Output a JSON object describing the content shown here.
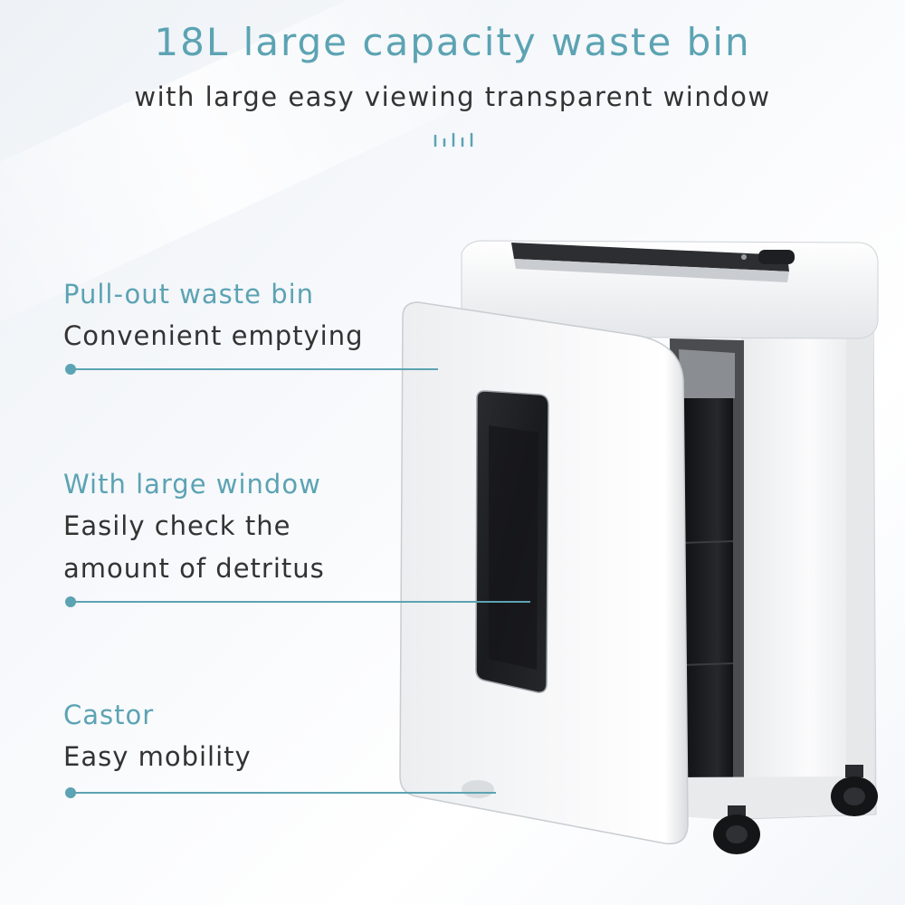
{
  "heading": {
    "title": "18L large capacity waste bin",
    "subtitle": "with large easy viewing transparent window"
  },
  "features": [
    {
      "title": "Pull-out waste bin",
      "lines": [
        "Convenient emptying"
      ]
    },
    {
      "title": "With large window",
      "lines": [
        "Easily check the",
        "amount of detritus"
      ]
    },
    {
      "title": "Castor",
      "lines": [
        "Easy mobility"
      ]
    }
  ],
  "colors": {
    "accent": "#5ca3b3",
    "text": "#333333",
    "body_white": "#f5f6f7",
    "bin_dark": "#1c1d20"
  },
  "icons": [
    "divider-ticks-icon",
    "leader-dot-icon"
  ]
}
